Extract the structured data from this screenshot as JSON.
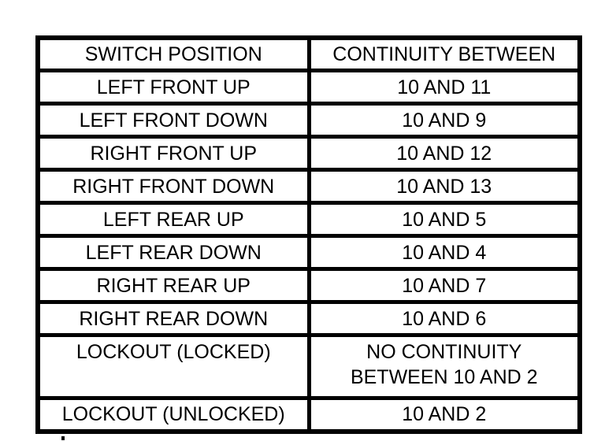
{
  "colors": {
    "border": "#000000",
    "text": "#000000",
    "background": "#ffffff"
  },
  "table": {
    "columns": [
      "SWITCH POSITION",
      "CONTINUITY BETWEEN"
    ],
    "rows": [
      {
        "position": "LEFT FRONT UP",
        "continuity": "10 AND 11"
      },
      {
        "position": "LEFT FRONT DOWN",
        "continuity": "10 AND 9"
      },
      {
        "position": "RIGHT FRONT UP",
        "continuity": "10 AND 12"
      },
      {
        "position": "RIGHT FRONT DOWN",
        "continuity": "10 AND 13"
      },
      {
        "position": "LEFT REAR UP",
        "continuity": "10 AND 5"
      },
      {
        "position": "LEFT REAR DOWN",
        "continuity": "10 AND 4"
      },
      {
        "position": "RIGHT REAR UP",
        "continuity": "10 AND 7"
      },
      {
        "position": "RIGHT REAR DOWN",
        "continuity": "10 AND 6"
      },
      {
        "position": "LOCKOUT (LOCKED)",
        "continuity": "NO CONTINUITY\nBETWEEN 10 AND 2"
      },
      {
        "position": "LOCKOUT (UNLOCKED)",
        "continuity": "10 AND 2"
      }
    ]
  }
}
